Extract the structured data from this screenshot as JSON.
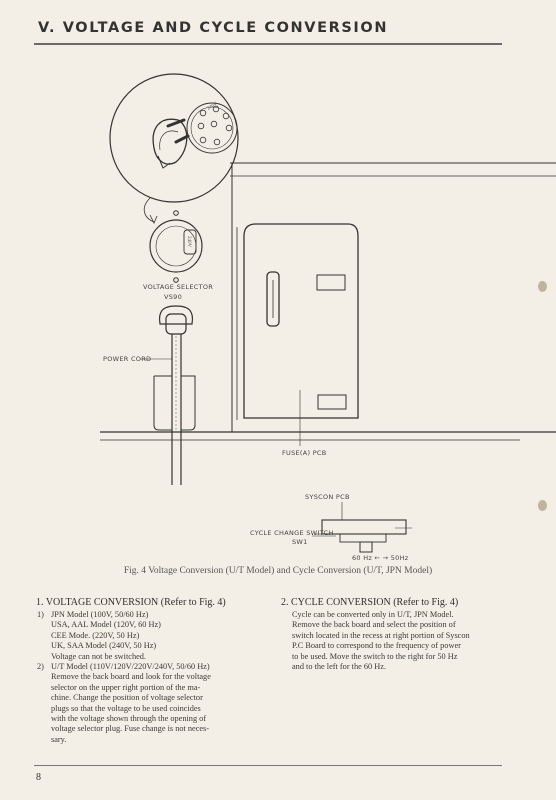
{
  "header": {
    "section_title": "V.  VOLTAGE AND CYCLE CONVERSION"
  },
  "figure": {
    "labels": {
      "voltage_selector": "VOLTAGE SELECTOR",
      "vs90": "VS90",
      "power_cord": "POWER CORD",
      "fuse_pcb": "FUSE(A) PCB",
      "syscon_pcb": "SYSCON PCB",
      "cycle_change_switch": "CYCLE CHANGE SWITCH",
      "sw1": "SW1",
      "hz_label": "60 Hz ← → 50Hz"
    },
    "caption": "Fig. 4  Voltage Conversion (U/T Model) and Cycle Conversion (U/T, JPN Model)"
  },
  "voltage_conversion": {
    "heading": "1. VOLTAGE CONVERSION (Refer to Fig. 4)",
    "items": [
      {
        "num": "1)",
        "lines": [
          "JPN Model (100V, 50/60 Hz)",
          "USA, AAL Model (120V, 60 Hz)",
          "CEE Mode. (220V, 50 Hz)",
          "UK, SAA Model (240V, 50 Hz)",
          "Voltage can not be switched."
        ]
      },
      {
        "num": "2)",
        "lines": [
          "U/T Model (110V/120V/220V/240V, 50/60 Hz)",
          "Remove the back board and look for the voltage",
          "selector on the upper right portion of the ma-",
          "chine. Change the position of voltage selector",
          "plugs so that the voltage to be used coincides",
          "with the voltage shown through the opening of",
          "voltage selector plug. Fuse change is not neces-",
          "sary."
        ]
      }
    ]
  },
  "cycle_conversion": {
    "heading": "2. CYCLE CONVERSION (Refer to Fig. 4)",
    "lines": [
      "Cycle can be converted only in U/T, JPN Model.",
      "Remove the back board and select the position of",
      "switch located in the recess at right portion of Syscon",
      "P.C Board to correspond to the frequency of power",
      "to be used. Move the switch to the right for 50 Hz",
      "and to the left for the 60 Hz."
    ]
  },
  "footer": {
    "page_number": "8"
  }
}
